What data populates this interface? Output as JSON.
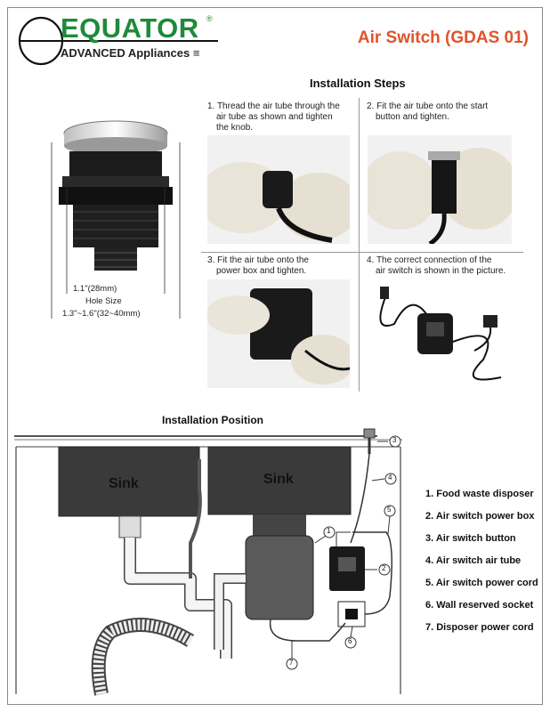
{
  "header": {
    "brand": "EQUATOR",
    "registered": "®",
    "tagline": "ADVANCED Appliances",
    "title": "Air Switch (GDAS 01)",
    "brand_color": "#1f8a3a",
    "title_color": "#e0542b"
  },
  "product": {
    "dim_button": "1.1\"(28mm)",
    "hole_label": "Hole Size",
    "dim_hole": "1.3\"~1.6\"(32~40mm)"
  },
  "steps": {
    "title": "Installation Steps",
    "items": [
      {
        "lines": [
          "1. Thread the air tube through the",
          "air tube as shown and tighten",
          "the knob."
        ]
      },
      {
        "lines": [
          "2. Fit the air tube onto the start",
          "button and tighten."
        ]
      },
      {
        "lines": [
          "3. Fit the air tube onto the",
          "power box and tighten."
        ]
      },
      {
        "lines": [
          "4. The correct connection of the",
          "air switch is shown in the picture."
        ]
      }
    ]
  },
  "position": {
    "title": "Installation Position",
    "sink_left": "Sink",
    "sink_right": "Sink",
    "markers": [
      "1",
      "2",
      "3",
      "4",
      "5",
      "6",
      "7"
    ],
    "legend": [
      "1. Food waste disposer",
      "2. Air switch power box",
      "3. Air switch button",
      "4. Air switch air tube",
      "5. Air switch power cord",
      "6. Wall reserved socket",
      "7. Disposer power cord"
    ]
  }
}
